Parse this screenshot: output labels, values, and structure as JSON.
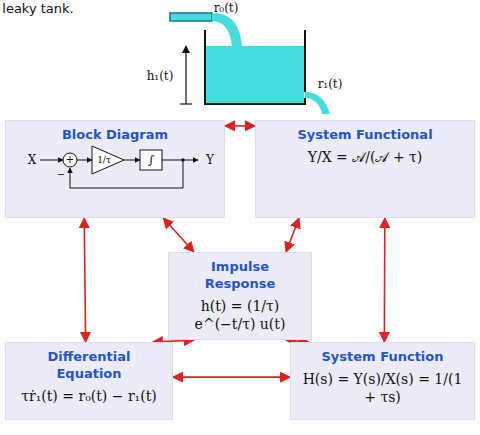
{
  "diagram": {
    "nodes": [
      {
        "text": [
          "Block Diagram"
        ]
      },
      {
        "text": [
          "System Functional",
          "Y/X = 𝒜/(𝒜 + τ)"
        ]
      },
      {
        "text": [
          "Impulse Response",
          "h(t) = (1/τ) e^(−t/τ) u(t)"
        ]
      },
      {
        "text": [
          "Differential Equation",
          "τṙ₁(t) = r₀(t) − r₁(t)"
        ]
      },
      {
        "text": [
          "System Function",
          "H(s) = Y(s)/X(s) = 1/(1 + τs)"
        ]
      }
    ],
    "edges": [
      {
        "from": 0,
        "to": 1,
        "arrow": "both"
      },
      {
        "from": 0,
        "to": 3,
        "arrow": "both"
      },
      {
        "from": 1,
        "to": 4,
        "arrow": "both"
      },
      {
        "from": 0,
        "to": 2,
        "arrow": "both"
      },
      {
        "from": 1,
        "to": 2,
        "arrow": "both"
      },
      {
        "from": 3,
        "to": 2,
        "arrow": "both"
      },
      {
        "from": 4,
        "to": 2,
        "arrow": "both"
      },
      {
        "from": 3,
        "to": 4,
        "arrow": "both"
      }
    ],
    "labels": [
      "leaky tank.",
      "r₀(t)",
      "h₁(t)",
      "r₁(t)",
      "X",
      "+",
      "−",
      "1/τ",
      "∫",
      "Y"
    ]
  }
}
